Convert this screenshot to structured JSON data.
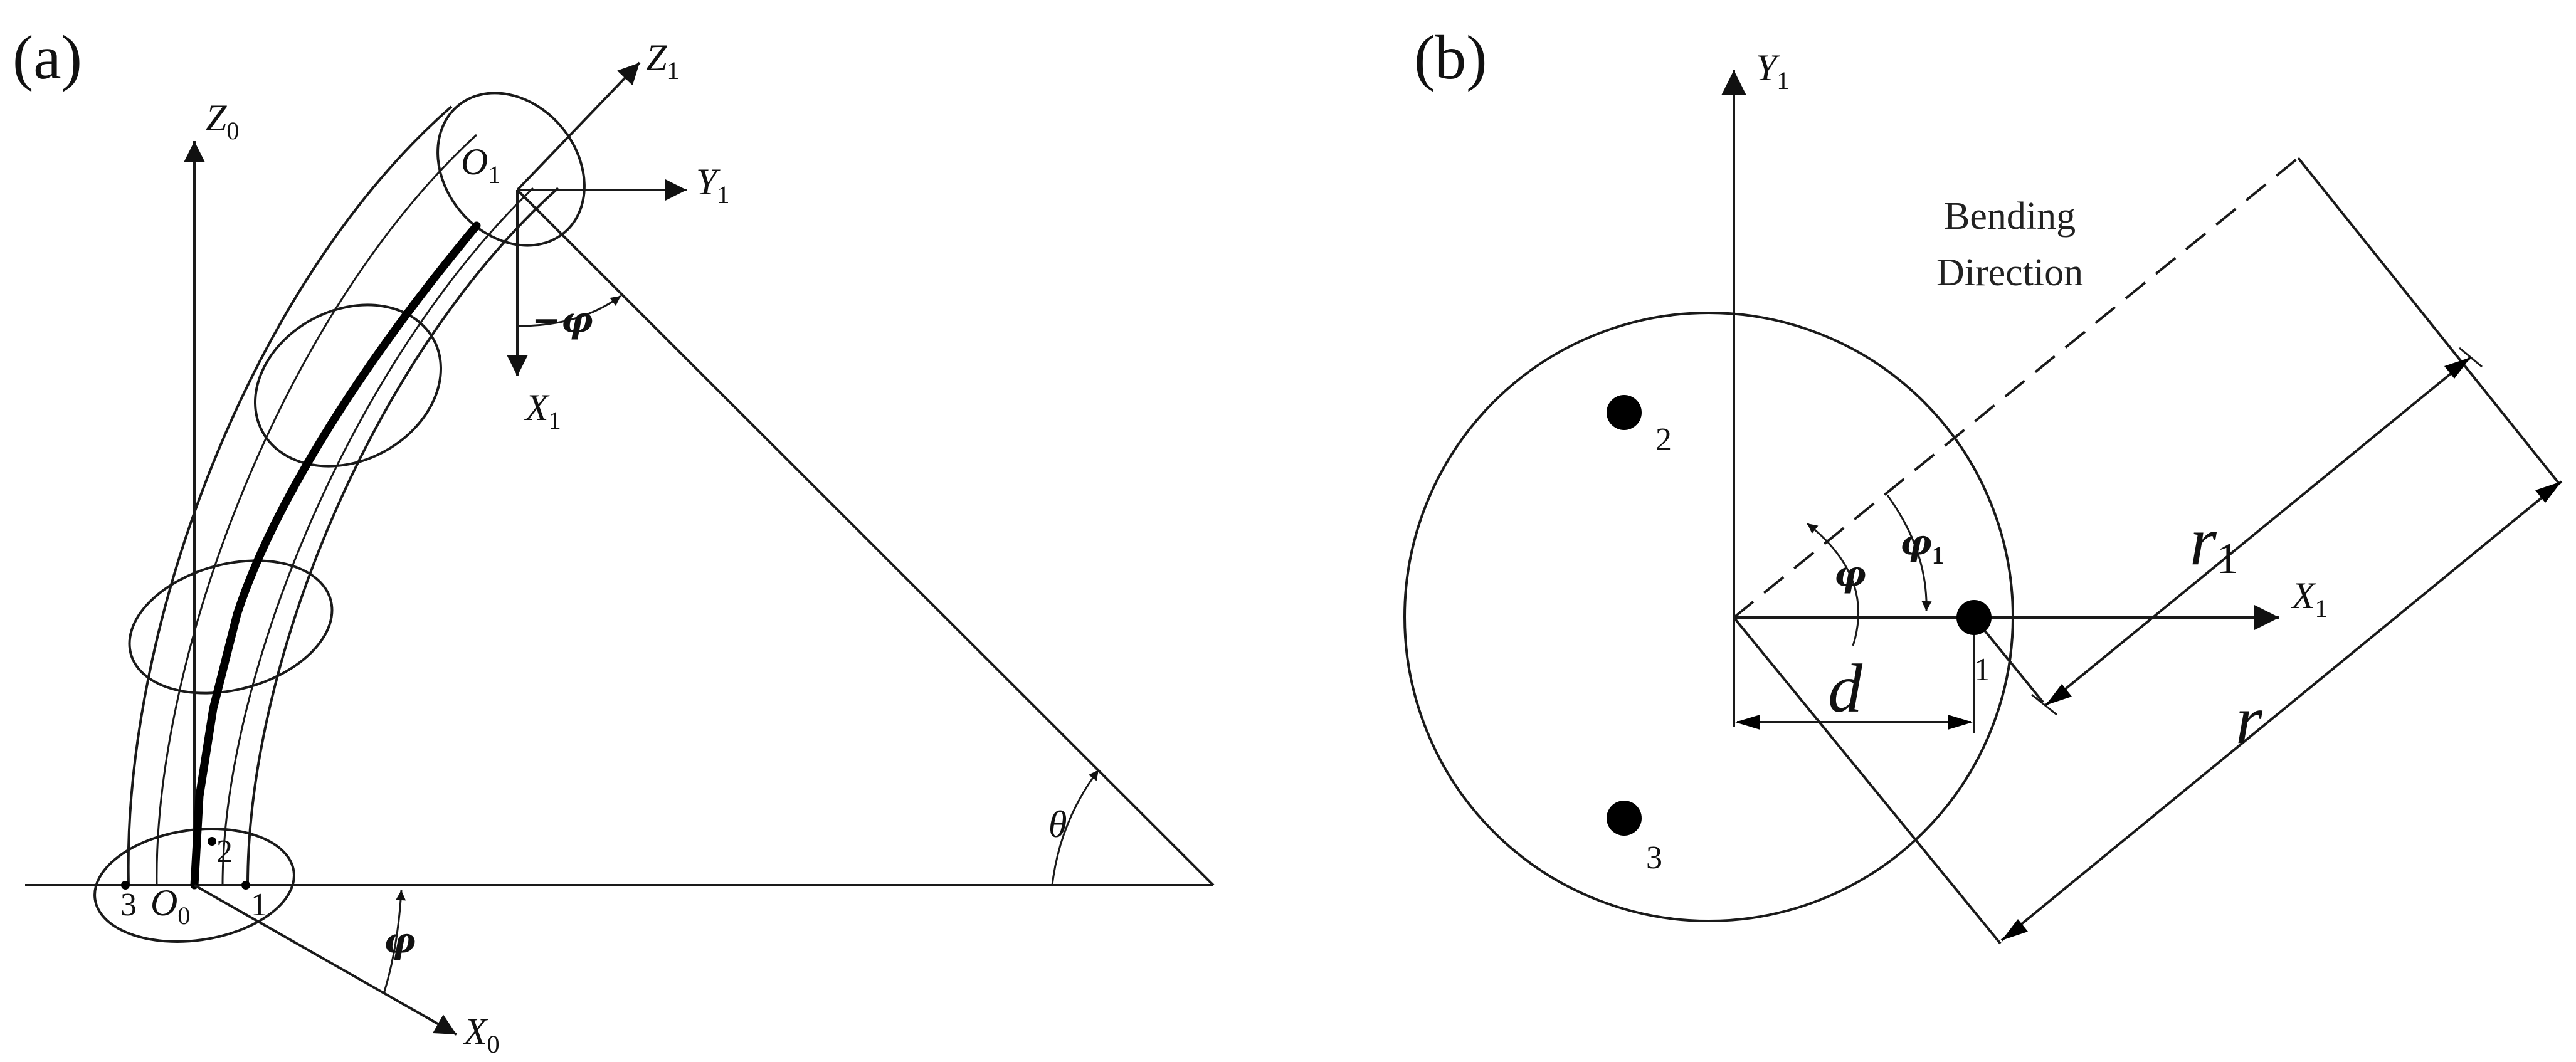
{
  "panel_a": {
    "label": "(a)",
    "z0": {
      "main": "Z",
      "sub": "0"
    },
    "z1": {
      "main": "Z",
      "sub": "1"
    },
    "o1": {
      "main": "O",
      "sub": "1"
    },
    "y1": {
      "main": "Y",
      "sub": "1"
    },
    "x1": {
      "main": "X",
      "sub": "1"
    },
    "x0": {
      "main": "X",
      "sub": "0"
    },
    "o0": {
      "main": "O",
      "sub": "0"
    },
    "minus_phi": "−φ",
    "phi": "φ",
    "theta": "θ",
    "point_1": "1",
    "point_2": "2",
    "point_3": "3"
  },
  "panel_b": {
    "label": "(b)",
    "y1": {
      "main": "Y",
      "sub": "1"
    },
    "x1": {
      "main": "X",
      "sub": "1"
    },
    "bending_line1": "Bending",
    "bending_line2": "Direction",
    "phi": "φ",
    "phi1": {
      "main": "φ",
      "sub": "1"
    },
    "d": "d",
    "r": "r",
    "r1": {
      "main": "r",
      "sub": "1"
    },
    "point_1": "1",
    "point_2": "2",
    "point_3": "3"
  }
}
